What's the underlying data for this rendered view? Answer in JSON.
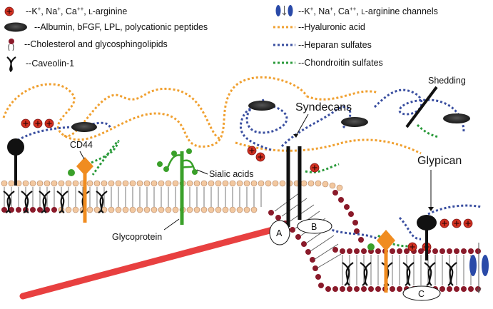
{
  "legend": {
    "ions": {
      "text": "--K",
      "rest": ", Na",
      "rest2": ", Ca",
      "rest3": ", ",
      "arg": "L",
      "tail": "-arginine",
      "plus": "+",
      "plus2": "++"
    },
    "albumin": "--Albumin, bFGF, LPL, polycationic peptides",
    "lipids": "--Cholesterol and glycosphingolipids",
    "caveolin": "--Caveolin-1",
    "channels": {
      "text": "--K",
      "rest": ", Na",
      "rest2": ", Ca",
      "rest3": ", ",
      "arg": "L",
      "tail": "-arginine channels"
    },
    "hyaluronic": "--Hyaluronic acid",
    "heparan": "--Heparan sulfates",
    "chondroitin": "--Chondroitin sulfates"
  },
  "labels": {
    "syndecans": "Syndecans",
    "shedding": "Shedding",
    "glypican": "Glypican",
    "cd44": "CD44",
    "sialic": "Sialic acids",
    "glycoprotein": "Glycoprotein",
    "a": "A",
    "b": "B",
    "c": "C"
  },
  "colors": {
    "hyaluronic": "#f0a030",
    "heparan": "#3a4fa0",
    "chondroitin": "#2a9a3a",
    "ion": "#d03020",
    "cd44": "#f08c20",
    "glycoprotein": "#3aa02a",
    "membrane_head": "#f2c8a0",
    "lipid_dot": "#8a1a2a",
    "red_bar": "#e84040",
    "channel": "#2a4aa8"
  }
}
